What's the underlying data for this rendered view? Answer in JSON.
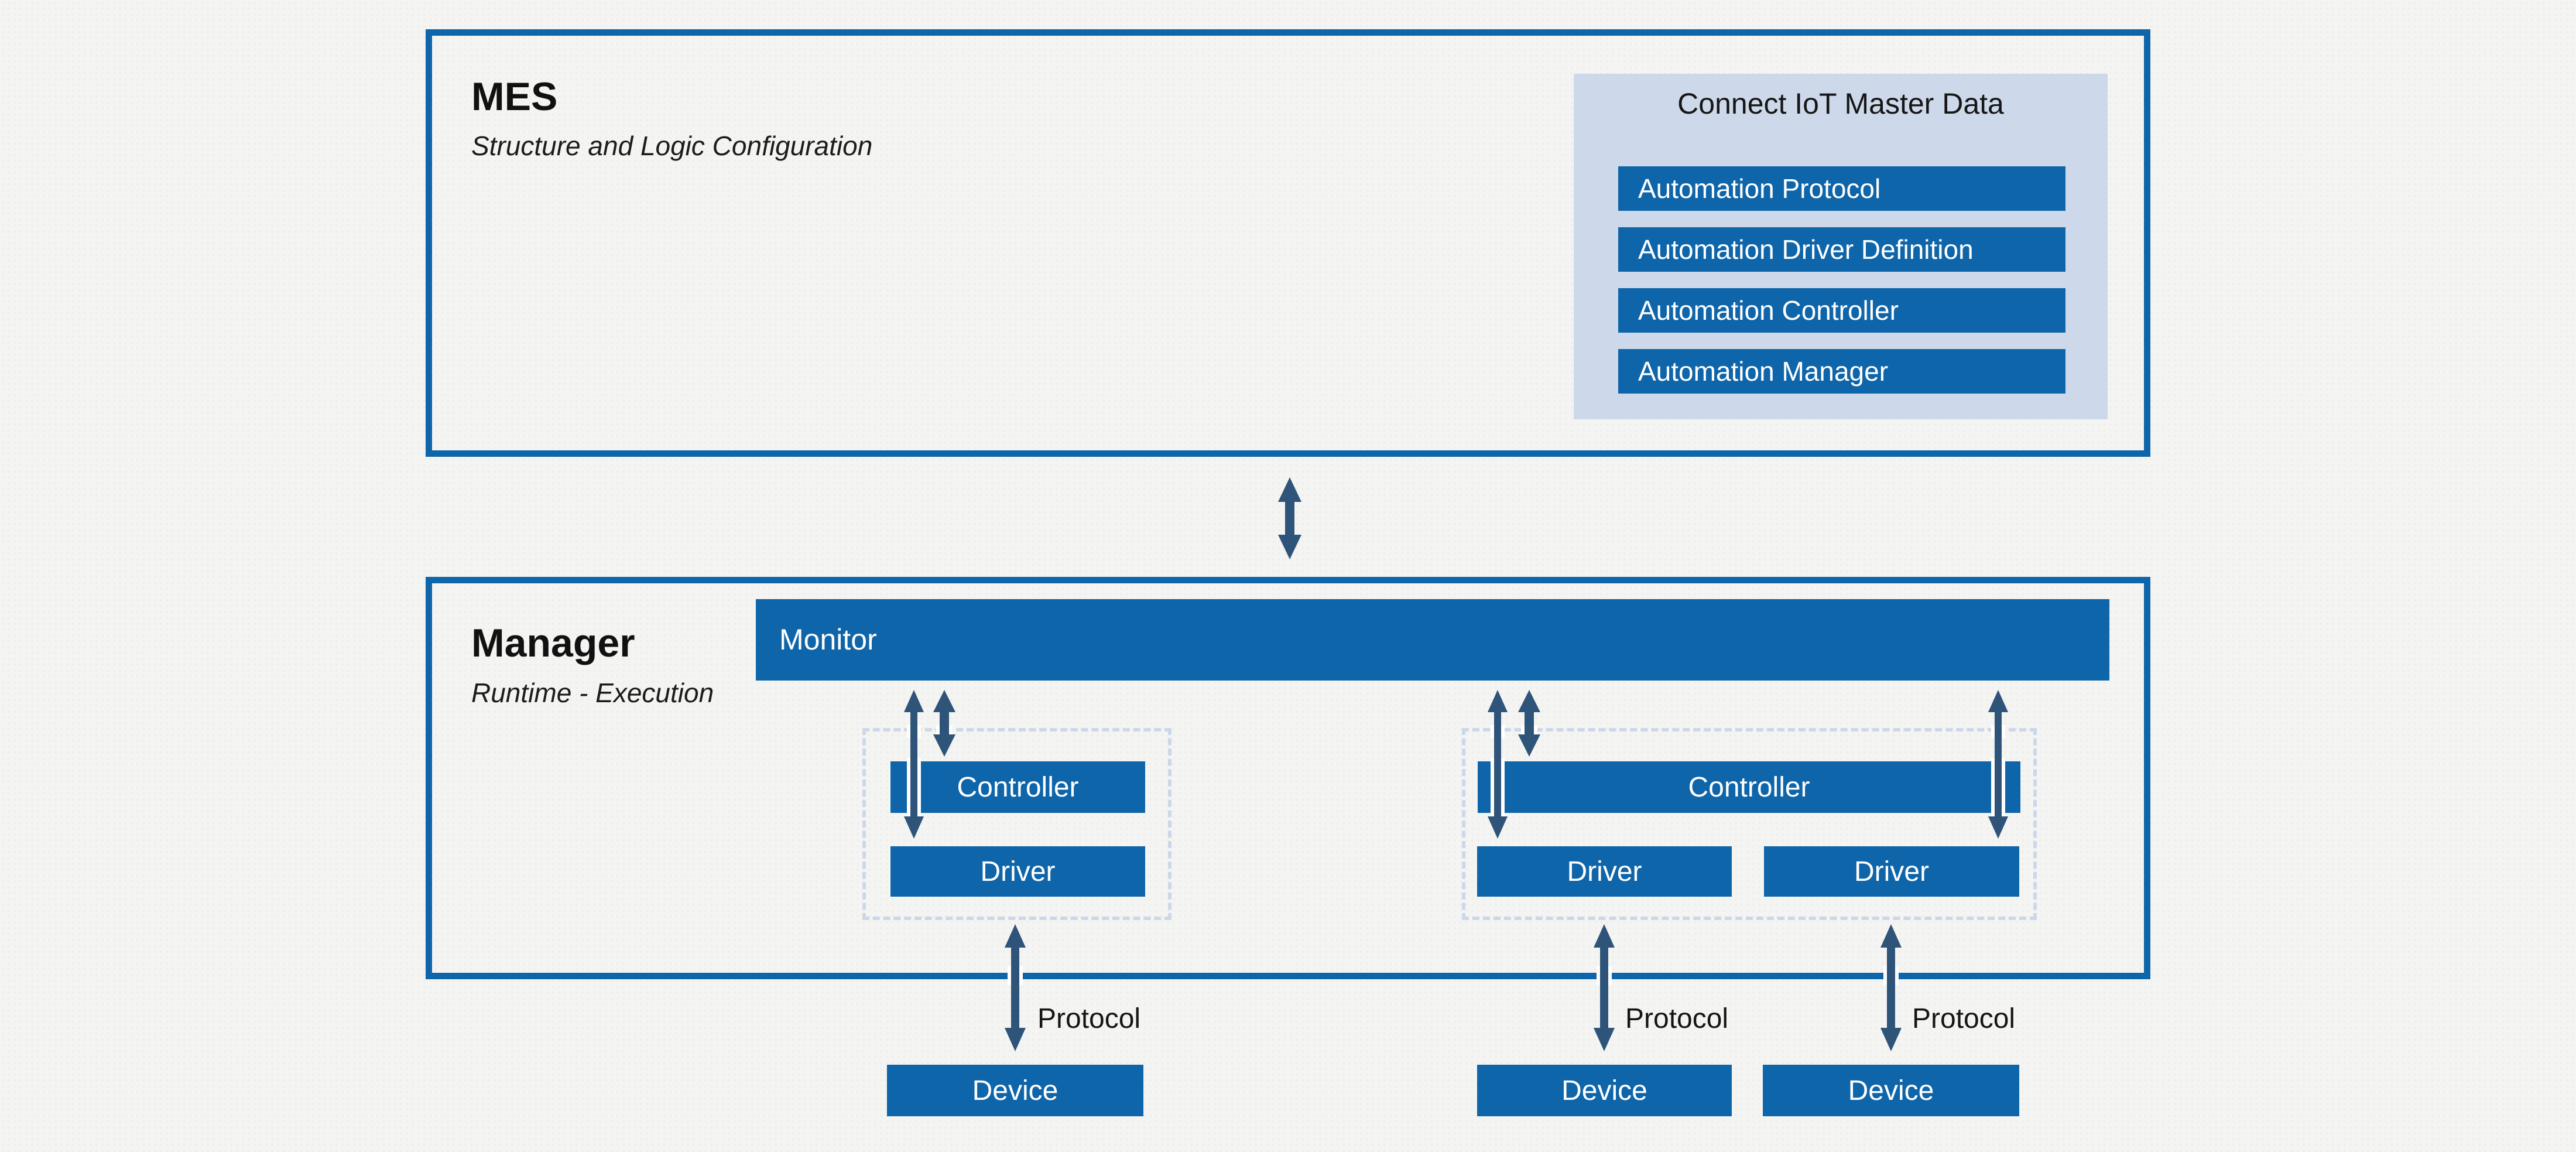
{
  "mes": {
    "title": "MES",
    "subtitle": "Structure and Logic Configuration"
  },
  "master_data": {
    "title": "Connect IoT Master Data",
    "items": [
      "Automation Protocol",
      "Automation Driver Definition",
      "Automation Controller",
      "Automation Manager"
    ]
  },
  "manager": {
    "title": "Manager",
    "subtitle": "Runtime - Execution",
    "monitor_label": "Monitor"
  },
  "controller_groups": [
    {
      "controller": "Controller",
      "drivers": [
        "Driver"
      ]
    },
    {
      "controller": "Controller",
      "drivers": [
        "Driver",
        "Driver"
      ]
    }
  ],
  "devices": [
    {
      "label": "Device",
      "protocol": "Protocol"
    },
    {
      "label": "Device",
      "protocol": "Protocol"
    },
    {
      "label": "Device",
      "protocol": "Protocol"
    }
  ],
  "colors": {
    "primary_blue": "#0f65a9",
    "arrow_navy": "#2f547a",
    "panel_light_blue": "#cdd9ea",
    "dashed_border": "#ccd8e9",
    "background": "#f4f4f2",
    "text": "#161616"
  }
}
